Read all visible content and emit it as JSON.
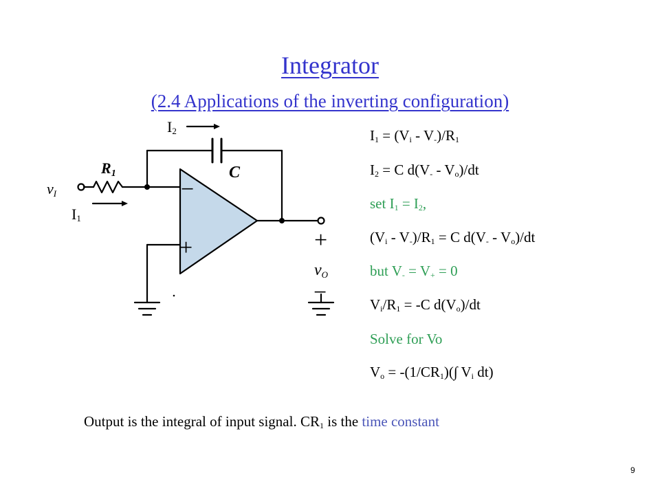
{
  "slide": {
    "title": "Integrator",
    "subtitle": "(2.4 Applications of the inverting configuration)",
    "page_number": "9"
  },
  "circuit": {
    "current_labels": [
      {
        "main": "I",
        "sub": "2"
      },
      {
        "main": "I",
        "sub": "1"
      }
    ],
    "component_labels": {
      "resistor": {
        "main": "R",
        "sub": "1"
      },
      "capacitor": "C",
      "input": {
        "main": "v",
        "sub": "I"
      },
      "output": {
        "main": "v",
        "sub": "O"
      },
      "plus": "+",
      "minus": "−",
      "opamp_minus": "−",
      "opamp_plus": "+"
    }
  },
  "equations": [
    {
      "color": "black",
      "parts": [
        [
          "I",
          ""
        ],
        [
          "1",
          "sub"
        ],
        [
          " = (V",
          ""
        ],
        [
          "i",
          "sub"
        ],
        [
          " - V",
          ""
        ],
        [
          "-",
          "sub"
        ],
        [
          ")/R",
          ""
        ],
        [
          "1",
          "sub"
        ]
      ]
    },
    {
      "color": "black",
      "parts": [
        [
          "I",
          ""
        ],
        [
          "2",
          "sub"
        ],
        [
          " = C d(V",
          ""
        ],
        [
          "-",
          "sub"
        ],
        [
          " - V",
          ""
        ],
        [
          "o",
          "sub"
        ],
        [
          ")/dt",
          ""
        ]
      ]
    },
    {
      "color": "green",
      "parts": [
        [
          "set I",
          ""
        ],
        [
          "1",
          "sub"
        ],
        [
          " = I",
          ""
        ],
        [
          "2",
          "sub"
        ],
        [
          ",",
          ""
        ]
      ]
    },
    {
      "color": "black",
      "parts": [
        [
          "(V",
          ""
        ],
        [
          "i",
          "sub"
        ],
        [
          " - V",
          ""
        ],
        [
          "-",
          "sub"
        ],
        [
          ")/R",
          ""
        ],
        [
          "1",
          "sub"
        ],
        [
          " = C d(V",
          ""
        ],
        [
          "-",
          "sub"
        ],
        [
          " - V",
          ""
        ],
        [
          "o",
          "sub"
        ],
        [
          ")/dt",
          ""
        ]
      ]
    },
    {
      "color": "green",
      "parts": [
        [
          "but V",
          ""
        ],
        [
          "-",
          "sub"
        ],
        [
          " = V",
          ""
        ],
        [
          "+",
          "sub"
        ],
        [
          " = 0",
          ""
        ]
      ]
    },
    {
      "color": "black",
      "parts": [
        [
          "V",
          ""
        ],
        [
          "i",
          "sub"
        ],
        [
          "/R",
          ""
        ],
        [
          "1",
          "sub"
        ],
        [
          " = -C d(V",
          ""
        ],
        [
          "o",
          "sub"
        ],
        [
          ")/dt",
          ""
        ]
      ]
    },
    {
      "color": "green",
      "parts": [
        [
          "Solve for Vo",
          ""
        ]
      ]
    },
    {
      "color": "black",
      "parts": [
        [
          "V",
          ""
        ],
        [
          "o",
          "sub"
        ],
        [
          " = -(1/CR",
          ""
        ],
        [
          "1",
          "sub"
        ],
        [
          ")(∫ V",
          ""
        ],
        [
          "i",
          "sub"
        ],
        [
          " dt)",
          ""
        ]
      ]
    }
  ],
  "caption": {
    "text_a": "Output is the integral of input signal. CR",
    "sub": "1",
    "text_b": " is the ",
    "highlight": "time constant"
  },
  "colors": {
    "title": "#3333cc",
    "green": "#2e9e55",
    "highlight": "#4a55b8",
    "opamp_fill": "#c5d9ea"
  }
}
